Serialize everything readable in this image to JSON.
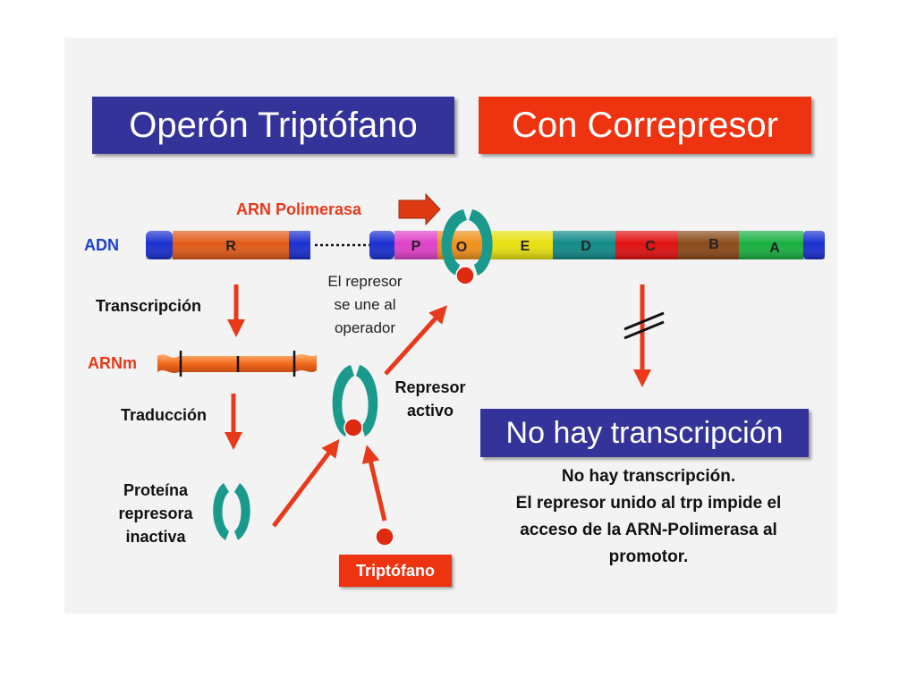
{
  "title_left": "Operón Triptófano",
  "title_right": "Con Correpresor",
  "labels": {
    "arn_polimerasa": "ARN Polimerasa",
    "adn": "ADN",
    "arnm": "ARNm",
    "transcripcion": "Transcripción",
    "traduccion": "Traducción",
    "proteina_line1": "Proteína",
    "proteina_line2": "represora",
    "proteina_line3": "inactiva",
    "represor_activo_line1": "Represor",
    "represor_activo_line2": "activo",
    "union_line1": "El represor",
    "union_line2": "se une al",
    "union_line3": "operador",
    "triptofano": "Triptófano"
  },
  "dna_segments": {
    "regulator": "R",
    "promoter": "P",
    "operator": "O",
    "gene_e": "E",
    "gene_d": "D",
    "gene_c": "C",
    "gene_b": "B",
    "gene_a": "A"
  },
  "colors": {
    "title_blue": "#333399",
    "title_red": "#ee3311",
    "dna_end_blue": "#1a2fd0",
    "regulator_orange": "#e05a18",
    "promoter_magenta": "#e040c8",
    "operator_orange": "#f0901a",
    "gene_e_yellow": "#e8e010",
    "gene_d_teal": "#108a88",
    "gene_c_red": "#e01010",
    "gene_b_brown": "#8a4a1a",
    "gene_a_green": "#18b040",
    "repressor_teal": "#1a9a8c",
    "tryptophan_red": "#dd2a10"
  },
  "result_box": "No hay transcripción",
  "explanation": {
    "line1": "No hay transcripción.",
    "line2": "El represor unido al trp impide el",
    "line3": "acceso de la ARN-Polimerasa al",
    "line4": "promotor."
  }
}
